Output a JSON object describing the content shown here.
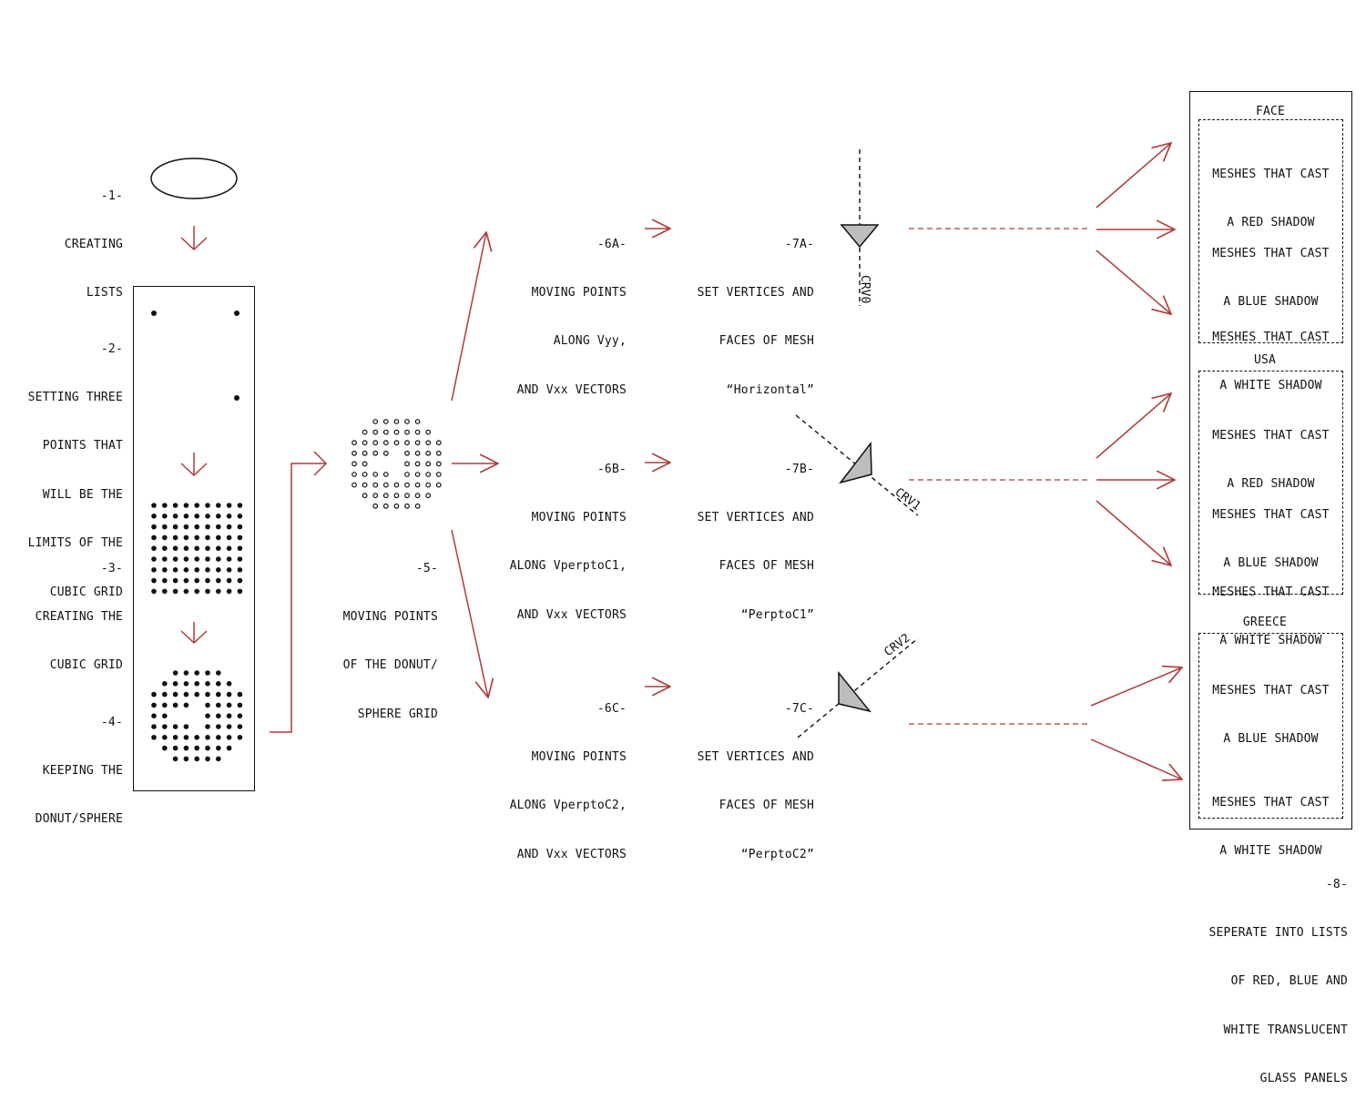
{
  "steps": {
    "s1": {
      "num": "-1-",
      "lines": [
        "CREATING",
        "LISTS"
      ]
    },
    "s2": {
      "num": "-2-",
      "lines": [
        "SETTING THREE",
        "POINTS THAT",
        "WILL BE THE",
        "LIMITS OF THE",
        "CUBIC GRID"
      ]
    },
    "s3": {
      "num": "-3-",
      "lines": [
        "CREATING THE",
        "CUBIC GRID"
      ]
    },
    "s4": {
      "num": "-4-",
      "lines": [
        "KEEPING THE",
        "DONUT/SPHERE"
      ]
    },
    "s5": {
      "num": "-5-",
      "lines": [
        "MOVING POINTS",
        "OF THE DONUT/",
        "SPHERE GRID"
      ]
    },
    "s6a": {
      "num": "-6A-",
      "lines": [
        "MOVING POINTS",
        "ALONG Vyy,",
        "AND Vxx VECTORS"
      ]
    },
    "s6b": {
      "num": "-6B-",
      "lines": [
        "MOVING POINTS",
        "ALONG VperptoC1,",
        "AND Vxx VECTORS"
      ]
    },
    "s6c": {
      "num": "-6C-",
      "lines": [
        "MOVING POINTS",
        "ALONG VperptoC2,",
        "AND Vxx VECTORS"
      ]
    },
    "s7a": {
      "num": "-7A-",
      "lines": [
        "SET VERTICES AND",
        "FACES OF MESH",
        "“Horizontal”"
      ]
    },
    "s7b": {
      "num": "-7B-",
      "lines": [
        "SET VERTICES AND",
        "FACES OF MESH",
        "“PerptoC1”"
      ]
    },
    "s7c": {
      "num": "-7C-",
      "lines": [
        "SET VERTICES AND",
        "FACES OF MESH",
        "“PerptoC2”"
      ]
    },
    "s8": {
      "num": "-8-",
      "lines": [
        "SEPERATE INTO LISTS",
        "OF RED, BLUE AND",
        "WHITE TRANSLUCENT",
        "GLASS PANELS"
      ]
    }
  },
  "curves": {
    "crv0": "CRV0",
    "crv1": "CRV1",
    "crv2": "CRV2"
  },
  "groups": {
    "face": {
      "title": "FACE",
      "items": [
        [
          "MESHES THAT CAST",
          "A RED SHADOW"
        ],
        [
          "MESHES THAT CAST",
          "A BLUE SHADOW"
        ],
        [
          "MESHES THAT CAST",
          "A WHITE SHADOW"
        ]
      ]
    },
    "usa": {
      "title": "USA",
      "items": [
        [
          "MESHES THAT CAST",
          "A RED SHADOW"
        ],
        [
          "MESHES THAT CAST",
          "A BLUE SHADOW"
        ],
        [
          "MESHES THAT CAST",
          "A WHITE SHADOW"
        ]
      ]
    },
    "greece": {
      "title": "GREECE",
      "items": [
        [
          "MESHES THAT CAST",
          "A BLUE SHADOW"
        ],
        [
          "MESHES THAT CAST",
          "A WHITE SHADOW"
        ]
      ]
    }
  },
  "colors": {
    "arrow": "#b03a3a",
    "ink": "#111111",
    "mesh_fill": "#bdbdbd"
  }
}
